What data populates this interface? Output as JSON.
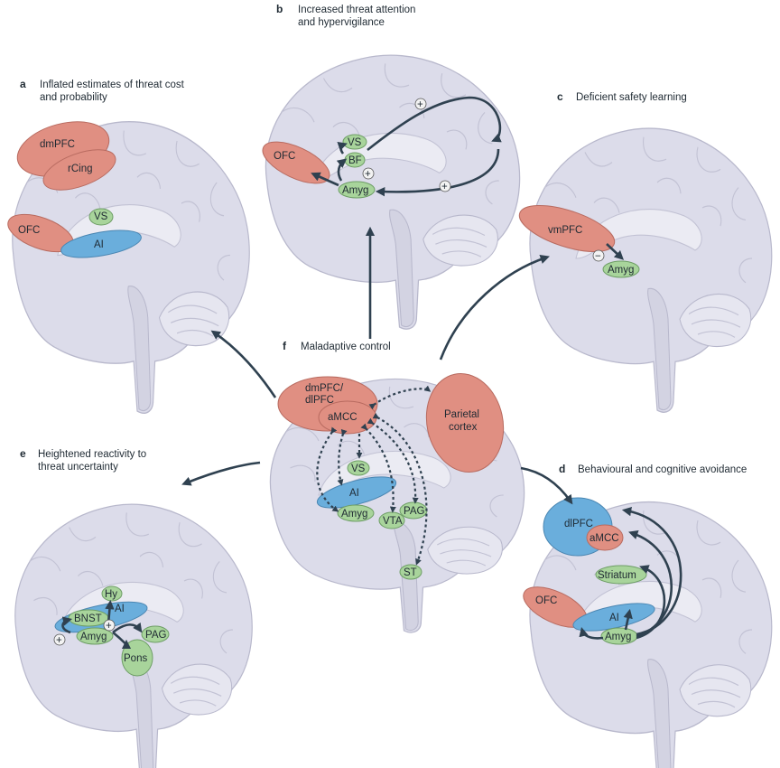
{
  "panels": {
    "a": {
      "letter": "a",
      "title_line1": "Inflated estimates of threat cost",
      "title_line2": "and probability"
    },
    "b": {
      "letter": "b",
      "title_line1": "Increased threat attention",
      "title_line2": "and hypervigilance"
    },
    "c": {
      "letter": "c",
      "title_line1": "Deficient safety learning"
    },
    "d": {
      "letter": "d",
      "title_line1": "Behavioural and cognitive avoidance"
    },
    "e": {
      "letter": "e",
      "title_line1": "Heightened reactivity to",
      "title_line2": "threat uncertainty"
    },
    "f": {
      "letter": "f",
      "title_line1": "Maladaptive control"
    }
  },
  "regions": {
    "dmPFC": "dmPFC",
    "rCing": "rCing",
    "OFC": "OFC",
    "VS": "VS",
    "AI": "AI",
    "BF": "BF",
    "Amyg": "Amyg",
    "vmPFC": "vmPFC",
    "dmPFC_dlPFC_1": "dmPFC/",
    "dmPFC_dlPFC_2": "dlPFC",
    "aMCC": "aMCC",
    "Parietal_1": "Parietal",
    "Parietal_2": "cortex",
    "VTA": "VTA",
    "PAG": "PAG",
    "ST": "ST",
    "dlPFC": "dlPFC",
    "Striatum": "Striatum",
    "Hy": "Hy",
    "BNST": "BNST",
    "Pons": "Pons"
  },
  "signs": {
    "plus": "+",
    "minus": "−"
  },
  "colors": {
    "brain": "#dcdcea",
    "prefrontal": "#e08f82",
    "subcortical": "#a8d49b",
    "insula": "#6aaedc",
    "arrow": "#2f4150"
  }
}
